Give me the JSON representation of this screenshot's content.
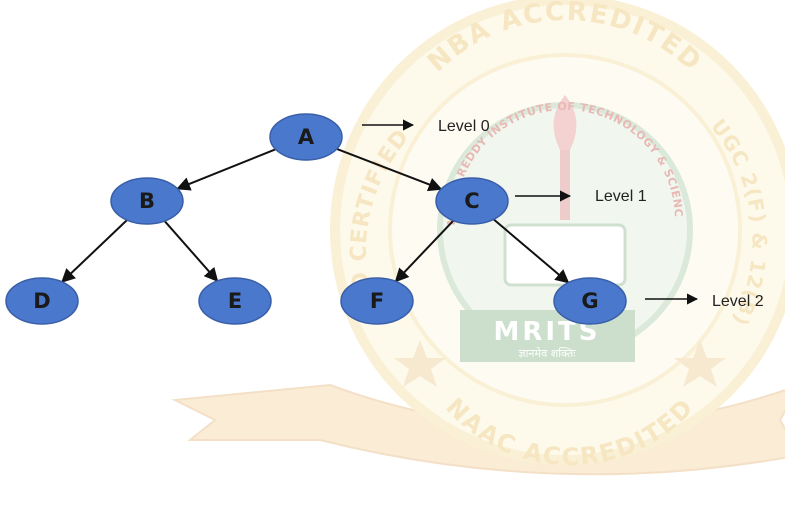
{
  "colors": {
    "node_fill": "#4a78cc",
    "node_stroke": "#3a5fa8",
    "edge": "#111111",
    "watermark_gold": "#e9c46a",
    "watermark_green": "#7aa87a",
    "watermark_red": "#c0392b"
  },
  "tree": {
    "nodes": [
      {
        "id": "A",
        "label": "A"
      },
      {
        "id": "B",
        "label": "B"
      },
      {
        "id": "C",
        "label": "C"
      },
      {
        "id": "D",
        "label": "D"
      },
      {
        "id": "E",
        "label": "E"
      },
      {
        "id": "F",
        "label": "F"
      },
      {
        "id": "G",
        "label": "G"
      }
    ],
    "edges": [
      {
        "from": "A",
        "to": "B"
      },
      {
        "from": "A",
        "to": "C"
      },
      {
        "from": "B",
        "to": "D"
      },
      {
        "from": "B",
        "to": "E"
      },
      {
        "from": "C",
        "to": "F"
      },
      {
        "from": "C",
        "to": "G"
      }
    ]
  },
  "levels": [
    {
      "label": "Level 0",
      "node": "A"
    },
    {
      "label": "Level 1",
      "node": "C"
    },
    {
      "label": "Level 2",
      "node": "G"
    }
  ],
  "watermark": {
    "top_arc": "NBA ACCREDITED",
    "bottom_arc": "NAAC ACCREDITED",
    "left_arc": "ISO CERTIFIED",
    "right_arc": "UGC 2(F) & 12(B)",
    "inner_arc": "MALLA REDDY INSTITUTE OF TECHNOLOGY & SCIENCE",
    "acronym": "MRITS",
    "motto": "ज्ञानमेव शक्तिः"
  }
}
